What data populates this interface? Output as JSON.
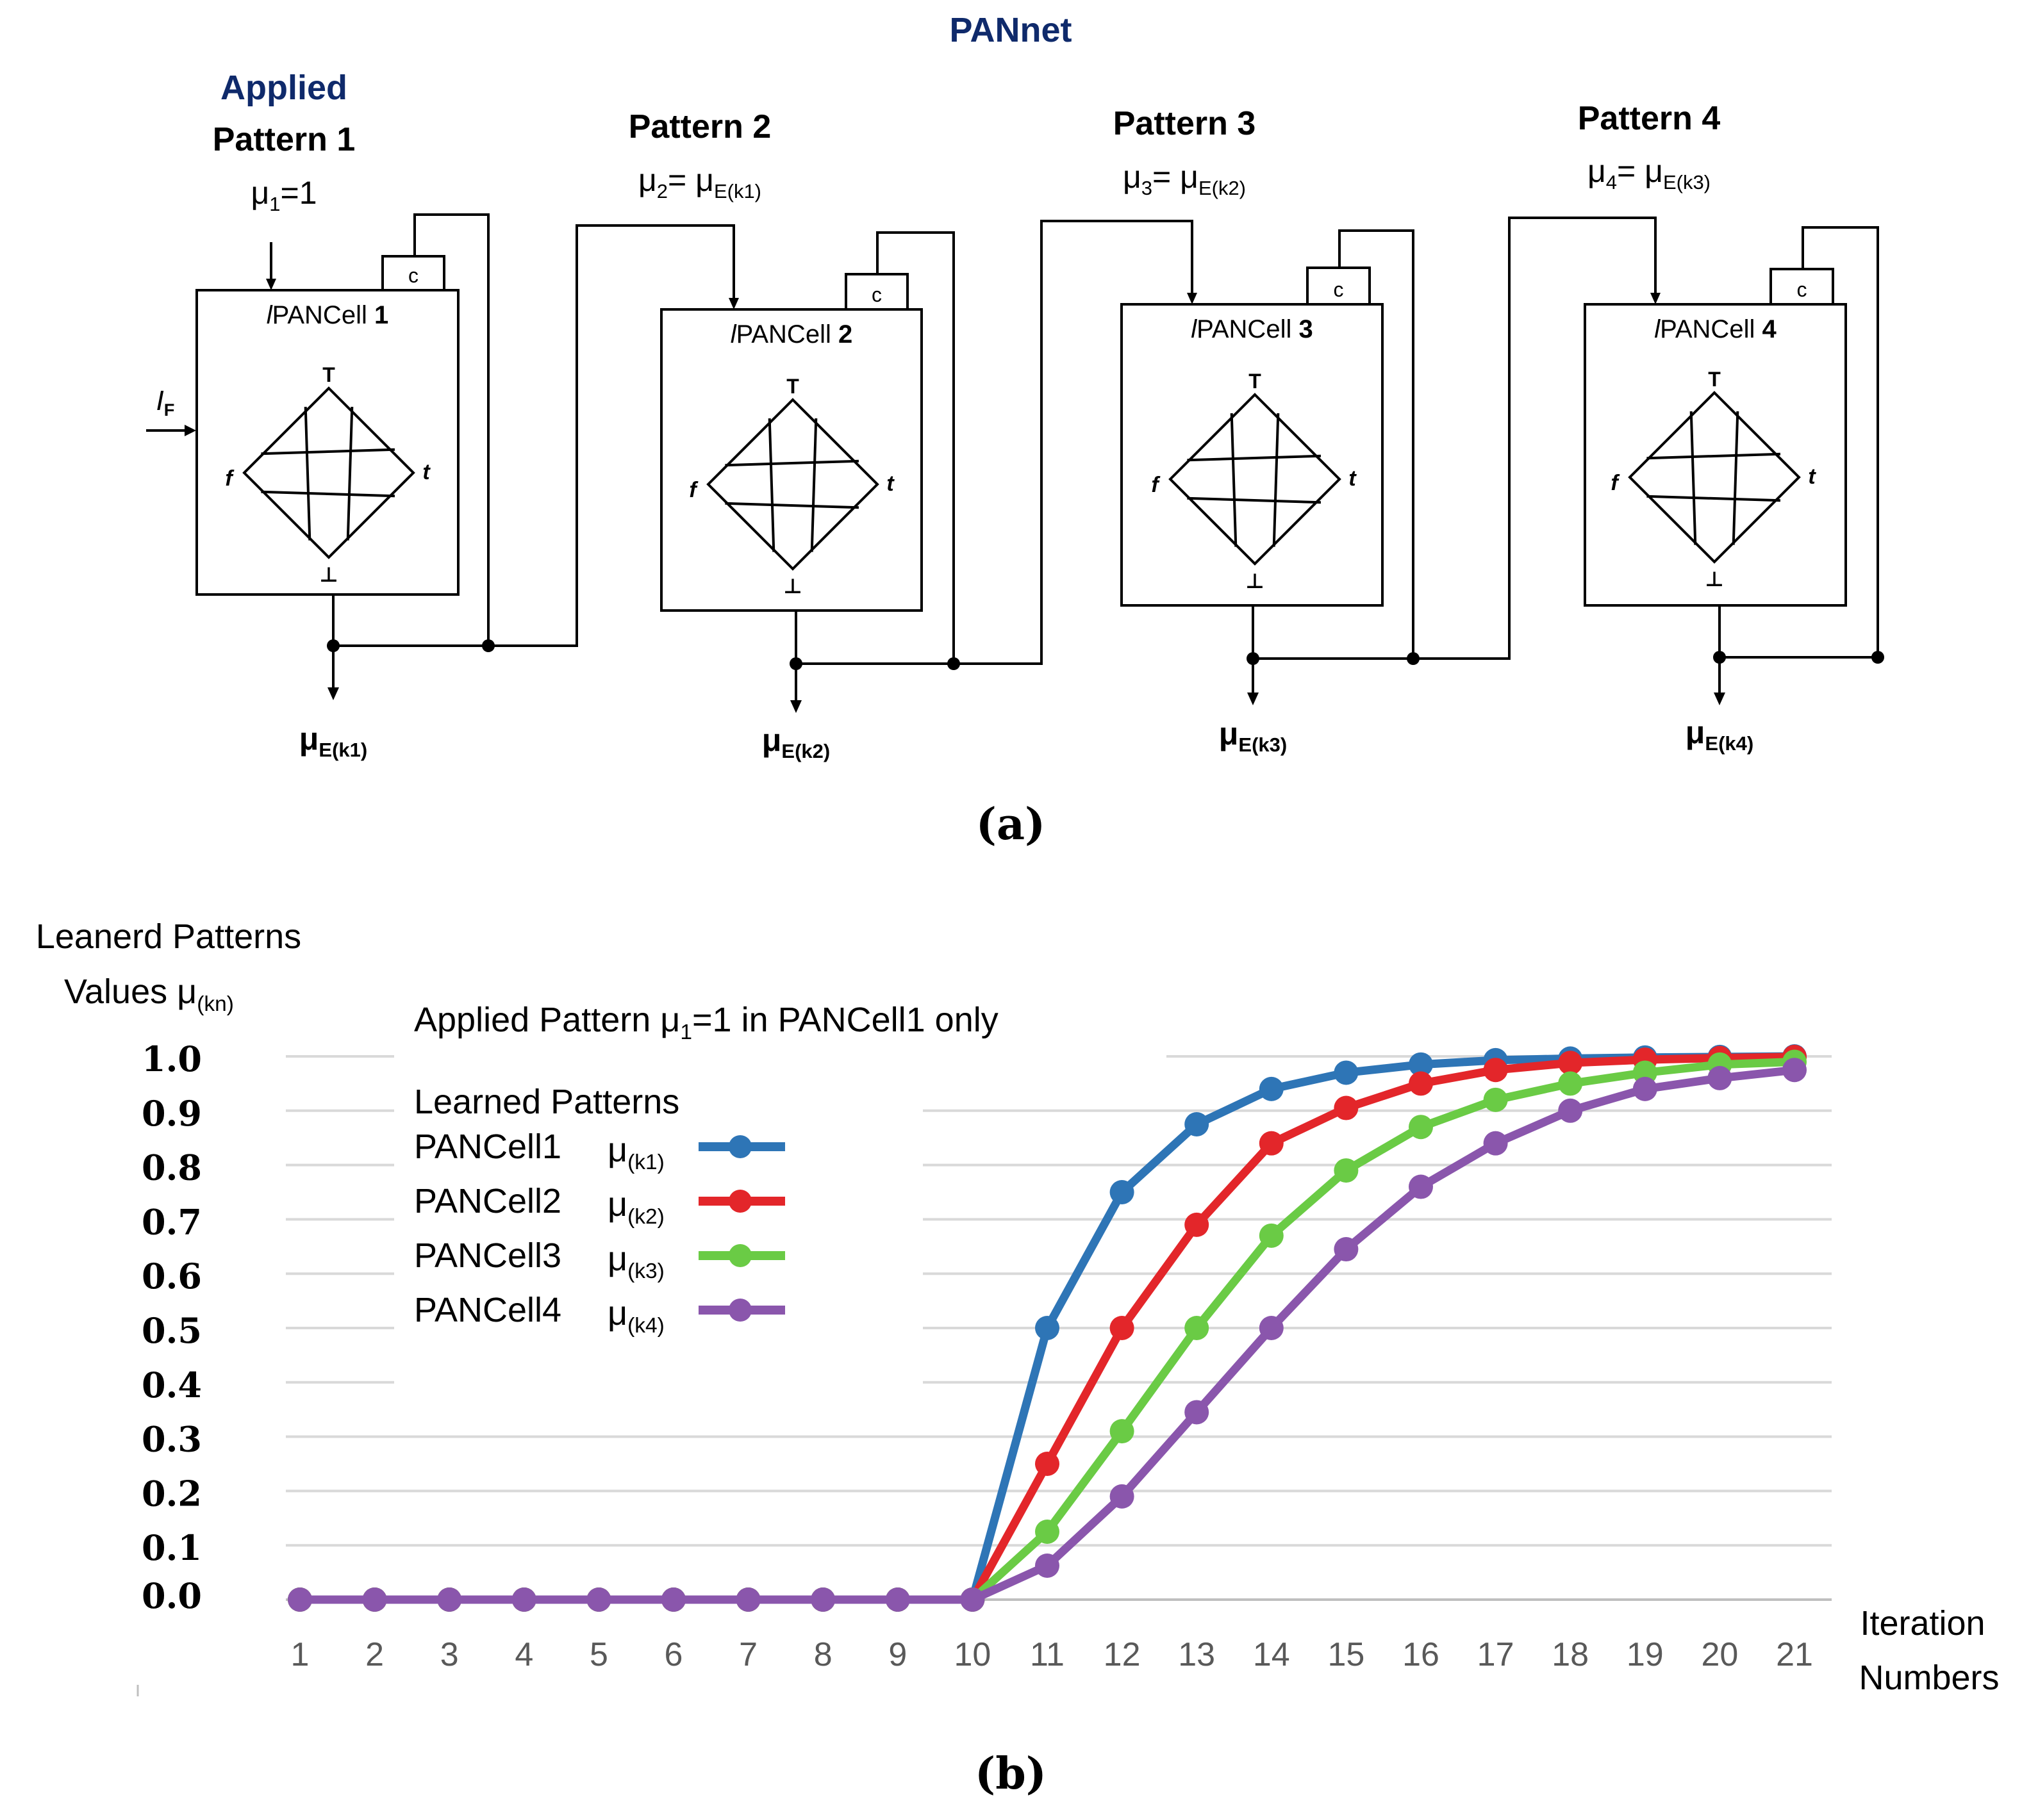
{
  "diagram": {
    "title": "PANnet",
    "applied_label": "Applied",
    "if_label": "I",
    "if_sub": "F",
    "cells": [
      {
        "pattern": "Pattern 1",
        "mu_main": "μ",
        "mu_sub": "1",
        "mu_rest": "=1",
        "mu_rest_sub": "",
        "cell_name": "PANCell",
        "cell_num": "1",
        "c_label": "c",
        "out_mu": "μ",
        "out_sub": "E(k1)"
      },
      {
        "pattern": "Pattern 2",
        "mu_main": "μ",
        "mu_sub": "2",
        "mu_rest": "= μ",
        "mu_rest_sub": "E(k1)",
        "cell_name": "PANCell",
        "cell_num": "2",
        "c_label": "c",
        "out_mu": "μ",
        "out_sub": "E(k2)"
      },
      {
        "pattern": "Pattern 3",
        "mu_main": "μ",
        "mu_sub": "3",
        "mu_rest": "= μ",
        "mu_rest_sub": "E(k2)",
        "cell_name": "PANCell",
        "cell_num": "3",
        "c_label": "c",
        "out_mu": "μ",
        "out_sub": "E(k3)"
      },
      {
        "pattern": "Pattern 4",
        "mu_main": "μ",
        "mu_sub": "4",
        "mu_rest": "= μ",
        "mu_rest_sub": "E(k3)",
        "cell_name": "PANCell",
        "cell_num": "4",
        "c_label": "c",
        "out_mu": "μ",
        "out_sub": "E(k4)"
      }
    ],
    "lattice_labels": {
      "top": "T",
      "bottom": "⊥",
      "left": "f",
      "right": "t"
    },
    "cell_prefix": "l",
    "caption": "(a)"
  },
  "chart_data": {
    "type": "line",
    "ylabel_line1": "Leanerd Patterns",
    "ylabel_line2": "Values",
    "ylabel_mu": "μ",
    "ylabel_sub": "(kn)",
    "xlabel_line1": "Iteration",
    "xlabel_line2": "Numbers",
    "annotation_pre": "Applied  Pattern μ",
    "annotation_sub": "1",
    "annotation_post": "=1 in PANCell1 only",
    "legend_title": "Learned Patterns",
    "legend_placement": "top-left",
    "x": [
      1,
      2,
      3,
      4,
      5,
      6,
      7,
      8,
      9,
      10,
      11,
      12,
      13,
      14,
      15,
      16,
      17,
      18,
      19,
      20,
      21
    ],
    "ylim": [
      0,
      1
    ],
    "yticks": [
      "1.0",
      "0.9",
      "0.8",
      "0.7",
      "0.6",
      "0.5",
      "0.4",
      "0.3",
      "0.2",
      "0.1",
      "0.0"
    ],
    "grid": true,
    "series": [
      {
        "name": "PANCell1",
        "mu": "μ",
        "sub": "(k1)",
        "color": "#2E75B6",
        "values": [
          0,
          0,
          0,
          0,
          0,
          0,
          0,
          0,
          0,
          0,
          0.5,
          0.75,
          0.875,
          0.94,
          0.97,
          0.985,
          0.993,
          0.996,
          0.998,
          0.999,
          1.0
        ]
      },
      {
        "name": "PANCell2",
        "mu": "μ",
        "sub": "(k2)",
        "color": "#E3262A",
        "values": [
          0,
          0,
          0,
          0,
          0,
          0,
          0,
          0,
          0,
          0,
          0.25,
          0.5,
          0.69,
          0.84,
          0.905,
          0.95,
          0.975,
          0.988,
          0.994,
          0.997,
          0.999
        ]
      },
      {
        "name": "PANCell3",
        "mu": "μ",
        "sub": "(k3)",
        "color": "#6ACB45",
        "values": [
          0,
          0,
          0,
          0,
          0,
          0,
          0,
          0,
          0,
          0,
          0.125,
          0.31,
          0.5,
          0.67,
          0.79,
          0.87,
          0.92,
          0.95,
          0.97,
          0.985,
          0.99
        ]
      },
      {
        "name": "PANCell4",
        "mu": "μ",
        "sub": "(k4)",
        "color": "#8A56AC",
        "values": [
          0,
          0,
          0,
          0,
          0,
          0,
          0,
          0,
          0,
          0,
          0.0625,
          0.19,
          0.345,
          0.5,
          0.645,
          0.76,
          0.84,
          0.9,
          0.94,
          0.96,
          0.975
        ]
      }
    ],
    "caption": "(b)"
  }
}
